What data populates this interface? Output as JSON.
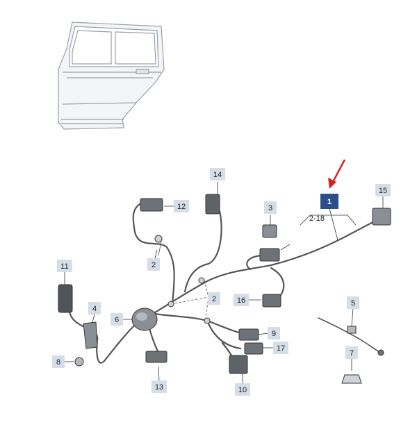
{
  "diagram": {
    "parts": [
      {
        "id": "p1",
        "label": "1",
        "highlighted": true
      },
      {
        "id": "p2a",
        "label": "2"
      },
      {
        "id": "p2b",
        "label": "2"
      },
      {
        "id": "p3",
        "label": "3"
      },
      {
        "id": "p4",
        "label": "4"
      },
      {
        "id": "p5",
        "label": "5"
      },
      {
        "id": "p6",
        "label": "6"
      },
      {
        "id": "p7",
        "label": "7"
      },
      {
        "id": "p8",
        "label": "8"
      },
      {
        "id": "p9",
        "label": "9"
      },
      {
        "id": "p10",
        "label": "10"
      },
      {
        "id": "p11",
        "label": "11"
      },
      {
        "id": "p12",
        "label": "12"
      },
      {
        "id": "p13",
        "label": "13"
      },
      {
        "id": "p14",
        "label": "14"
      },
      {
        "id": "p15",
        "label": "15"
      },
      {
        "id": "p16",
        "label": "16"
      },
      {
        "id": "p17",
        "label": "17"
      }
    ],
    "range_label": "2-18",
    "colors": {
      "label_bg": "#d5dde9",
      "highlight_bg": "#2b4f8a",
      "arrow": "#d92020",
      "line": "#333333"
    }
  }
}
